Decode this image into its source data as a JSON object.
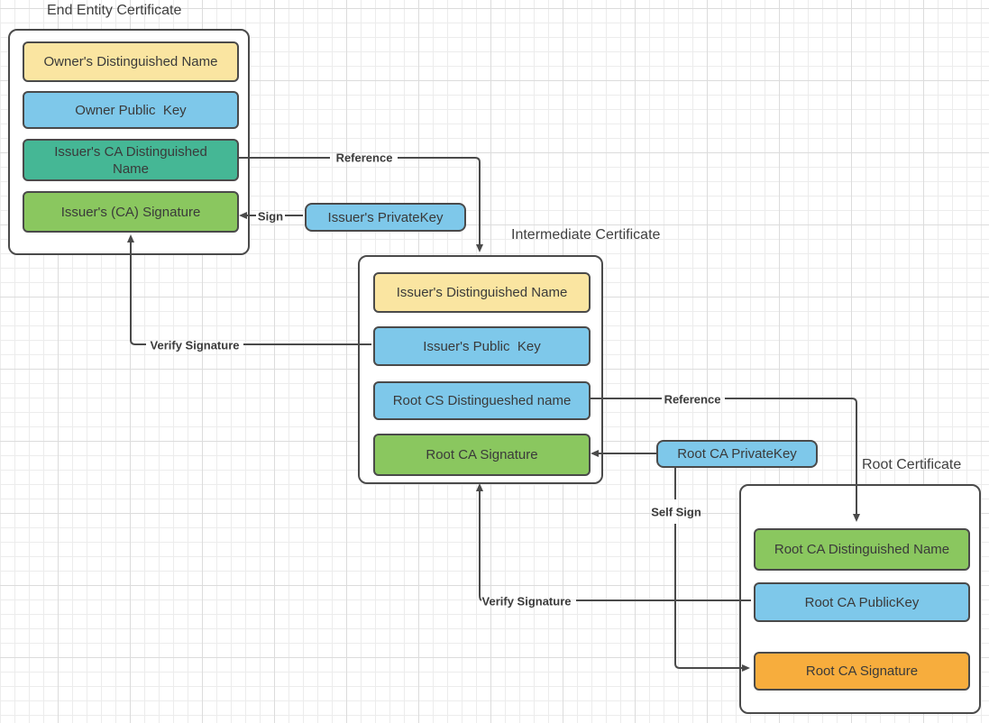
{
  "colors": {
    "yellow": "#FAE5A1",
    "blue": "#7EC8EA",
    "teal": "#45B795",
    "green": "#8AC75F",
    "orange": "#F7AD3D",
    "stroke": "#4A4A4A",
    "text": "#3A3A3A"
  },
  "certificates": [
    {
      "title": "End Entity Certificate",
      "fields": [
        {
          "label": "Owner's Distinguished Name",
          "color": "yellow"
        },
        {
          "label": "Owner Public  Key",
          "color": "blue"
        },
        {
          "label": "Issuer's CA Distinguished Name",
          "color": "teal"
        },
        {
          "label": "Issuer's (CA) Signature",
          "color": "green"
        }
      ]
    },
    {
      "title": "Intermediate Certificate",
      "fields": [
        {
          "label": "Issuer's Distinguished Name",
          "color": "yellow"
        },
        {
          "label": "Issuer's Public  Key",
          "color": "blue"
        },
        {
          "label": "Root CS Distingueshed name",
          "color": "blue"
        },
        {
          "label": "Root CA Signature",
          "color": "green"
        }
      ]
    },
    {
      "title": "Root Certificate",
      "fields": [
        {
          "label": "Root CA Distinguished Name",
          "color": "green"
        },
        {
          "label": "Root CA PublicKey",
          "color": "blue"
        },
        {
          "label": "Root CA Signature",
          "color": "orange"
        }
      ]
    }
  ],
  "keys": [
    {
      "label": "Issuer's PrivateKey",
      "color": "blue"
    },
    {
      "label": "Root CA PrivateKey",
      "color": "blue"
    }
  ],
  "connectors": [
    {
      "name": "reference-1",
      "label": "Reference"
    },
    {
      "name": "sign",
      "label": "Sign"
    },
    {
      "name": "verify-signature-1",
      "label": "Verify Signature"
    },
    {
      "name": "reference-2",
      "label": "Reference"
    },
    {
      "name": "self-sign",
      "label": "Self Sign"
    },
    {
      "name": "verify-signature-2",
      "label": "Verify Signature"
    }
  ]
}
